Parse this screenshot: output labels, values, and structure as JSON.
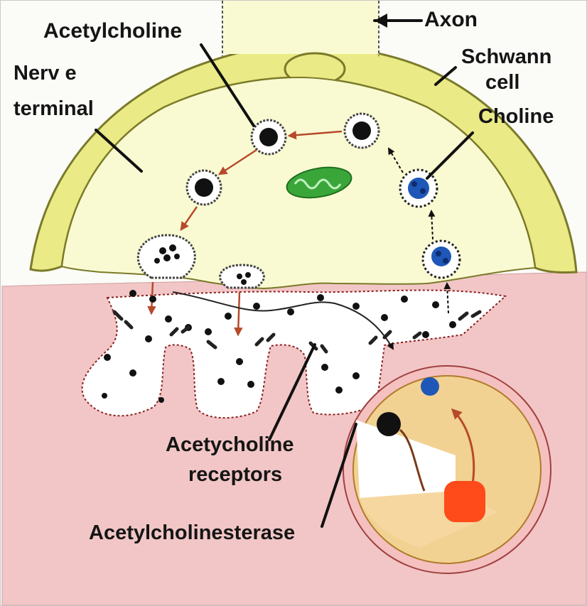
{
  "labels": {
    "axon": "Axon",
    "acetylcholine": "Acetylcholine",
    "schwann_line1": "Schwann",
    "schwann_line2": "cell",
    "nerve_line1": "Nerv e",
    "nerve_line2": "terminal",
    "choline": "Choline",
    "receptors_line1": "Acetycholine",
    "receptors_line2": "receptors",
    "esterase": "Acetylcholinesterase"
  },
  "colors": {
    "schwann_cell": "#eaea86",
    "nerve_terminal": "#fafad2",
    "muscle": "#f2c6c6",
    "cleft": "#ffffff",
    "acetylcholine": "#111111",
    "choline": "#1f57b8",
    "mitochondrion": "#39a339",
    "enzyme": "#ff4a1a",
    "arrow": "#b64a2a"
  }
}
